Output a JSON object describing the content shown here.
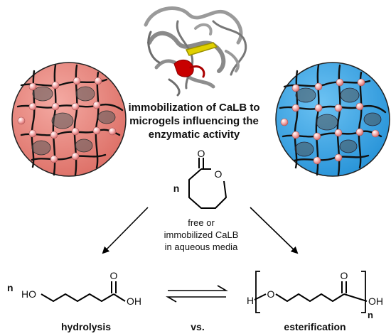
{
  "headline": {
    "line1": "immobilization of CaLB to",
    "line2": "microgels influencing the",
    "line3": "enzymatic activity"
  },
  "monomer": {
    "n": "n",
    "carbonyl_O": "O",
    "ring_O": "O"
  },
  "conditions": {
    "line1": "free or",
    "line2": "immobilized CaLB",
    "line3": "in aqueous media"
  },
  "hydrolysis_product": {
    "n": "n",
    "HO": "HO",
    "carbonyl_O": "O",
    "OH": "OH"
  },
  "polyester_product": {
    "H": "H",
    "ether_O": "O",
    "carbonyl_O": "O",
    "OH": "OH",
    "subscript_n": "n"
  },
  "labels": {
    "hydrolysis": "hydrolysis",
    "vs": "vs.",
    "esterification": "esterification"
  },
  "colors": {
    "left_microgel": "#e8877f",
    "right_microgel": "#3aa6e8",
    "bead": "#f4a3a3",
    "enzyme_highlight": "#c80000",
    "enzyme_ligand": "#e0d000"
  }
}
